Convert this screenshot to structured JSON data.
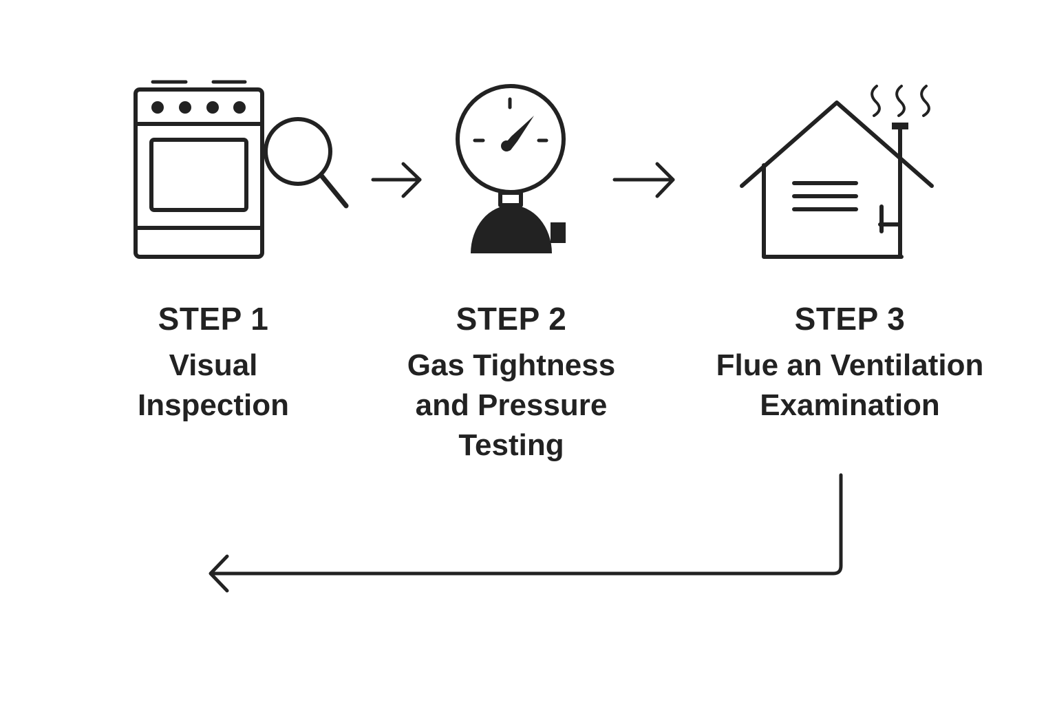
{
  "steps": [
    {
      "label": "STEP 1",
      "title_lines": [
        "Visual",
        "Inspection"
      ],
      "icon": "stove-with-magnifier-icon"
    },
    {
      "label": "STEP 2",
      "title_lines": [
        "Gas Tightness",
        "and Pressure",
        "Testing"
      ],
      "icon": "pressure-gauge-icon"
    },
    {
      "label": "STEP 3",
      "title_lines": [
        "Flue an Ventilation",
        "Examination"
      ],
      "icon": "house-with-chimney-icon"
    }
  ],
  "connectors": [
    "right-arrow-icon",
    "right-arrow-icon",
    "return-arrow-icon"
  ],
  "colors": {
    "ink": "#222222",
    "background": "#ffffff"
  }
}
